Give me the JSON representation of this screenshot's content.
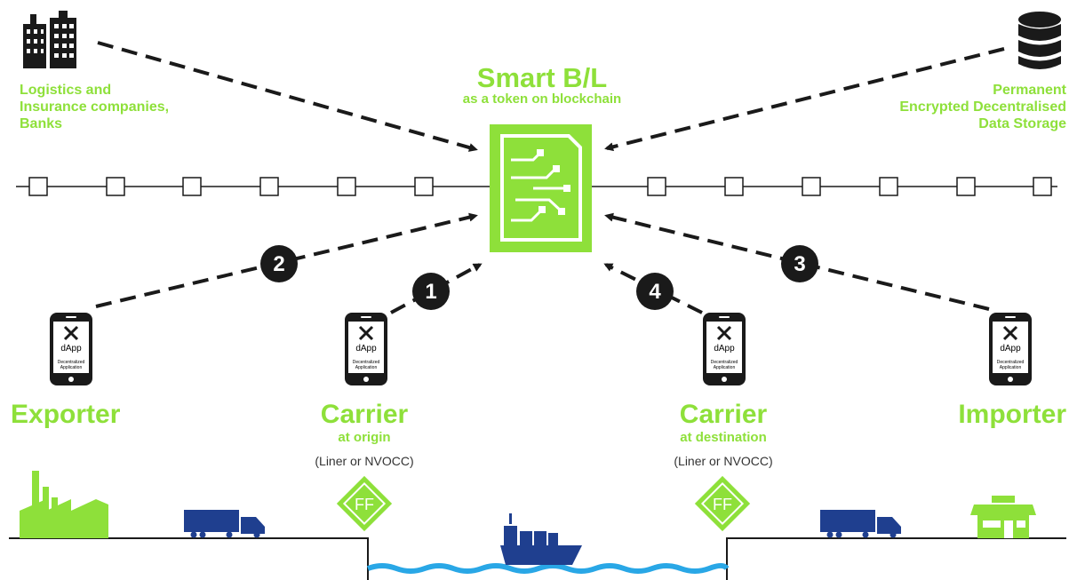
{
  "colors": {
    "green": "#8ee03a",
    "dark": "#1a1a1a",
    "navy": "#1f3f8f",
    "water": "#29a7e6"
  },
  "center": {
    "title": "Smart B/L",
    "subtitle": "as a token on blockchain"
  },
  "top_left": {
    "line1": "Logistics and",
    "line2": "Insurance companies,",
    "line3": "Banks",
    "icon": "buildings-icon"
  },
  "top_right": {
    "line1": "Permanent",
    "line2": "Encrypted Decentralised",
    "line3": "Data Storage",
    "icon": "database-icon"
  },
  "steps": [
    "1",
    "2",
    "3",
    "4"
  ],
  "phone": {
    "app": "dApp",
    "caption1": "Decentralized",
    "caption2": "Application"
  },
  "actors": {
    "exporter": {
      "name": "Exporter"
    },
    "carrier_origin": {
      "name": "Carrier",
      "sub": "at origin",
      "note": "(Liner or NVOCC)"
    },
    "carrier_dest": {
      "name": "Carrier",
      "sub": "at destination",
      "note": "(Liner or NVOCC)"
    },
    "importer": {
      "name": "Importer"
    }
  },
  "ff_badge": "FF"
}
